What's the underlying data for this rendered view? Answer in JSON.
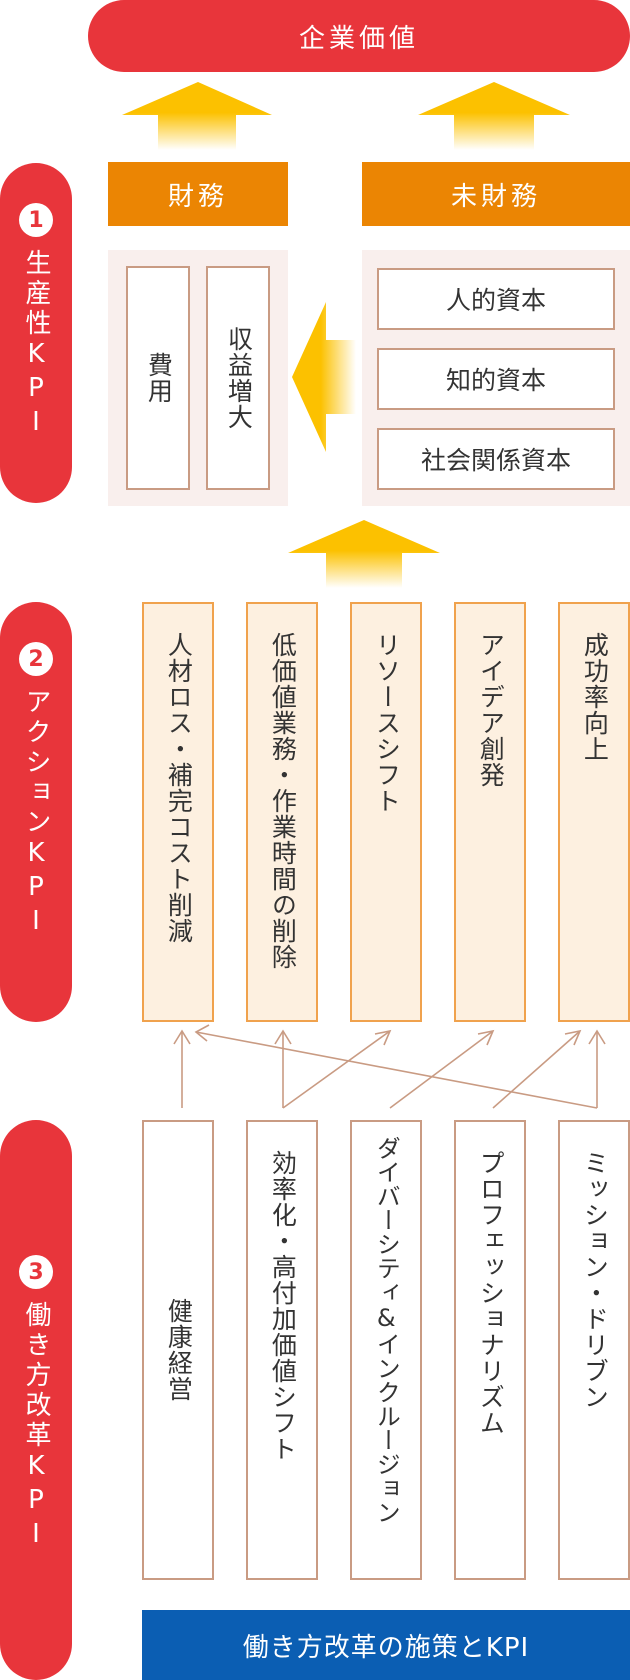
{
  "top_banner": "企業価値",
  "bottom_banner": "働き方改革の施策とKPI",
  "levels": [
    {
      "num": "1",
      "label": "生産性KPI"
    },
    {
      "num": "2",
      "label": "アクションKPI"
    },
    {
      "num": "3",
      "label": "働き方改革KPI"
    }
  ],
  "financial": {
    "title": "財務",
    "items": [
      "費用",
      "収益増大"
    ]
  },
  "nonfinancial": {
    "title": "未財務",
    "items": [
      "人的資本",
      "知的資本",
      "社会関係資本"
    ]
  },
  "actions": [
    "人材ロス・補完コスト削減",
    "低価値業務・作業時間の削除",
    "リソースシフト",
    "アイデア創発",
    "成功率向上"
  ],
  "reforms": [
    "健康経営",
    "効率化・高付加価値シフト",
    "ダイバーシティ&インクルージョン",
    "プロフェッショナリズム",
    "ミッション・ドリブン"
  ],
  "colors": {
    "red": "#e8353b",
    "orange": "#eb8503",
    "yellow_arrow": "#fcc100",
    "blue": "#0b5eb3",
    "panel": "#f9efed",
    "border_brown": "#c99b83",
    "action_fill": "#fdf0e0",
    "action_border": "#f0a24d",
    "connector": "#c99b83"
  }
}
